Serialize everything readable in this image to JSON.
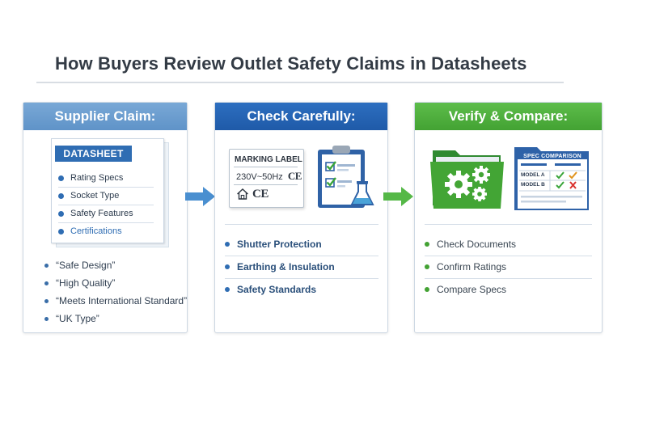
{
  "title": "How Buyers Review Outlet Safety Claims in Datasheets",
  "panels": {
    "supplier": {
      "heading": "Supplier Claim:",
      "datasheet_title": "DATASHEET",
      "datasheet_items": [
        "Rating Specs",
        "Socket Type",
        "Safety Features",
        "Certifications"
      ],
      "claims": [
        "“Safe Design”",
        "“High Quality”",
        "“Meets International Standard”",
        "“UK Type”"
      ]
    },
    "check": {
      "heading": "Check Carefully:",
      "marking_label_title": "MARKING LABEL",
      "marking_voltage": "230V~50Hz",
      "ce_mark": "CE",
      "items": [
        "Shutter Protection",
        "Earthing & Insulation",
        "Safety Standards"
      ]
    },
    "verify": {
      "heading": "Verify & Compare:",
      "spec_comparison_title": "SPEC  COMPARISON",
      "models": [
        "MODEL A",
        "MODEL B"
      ],
      "items": [
        "Check Documents",
        "Confirm Ratings",
        "Compare Specs"
      ]
    }
  },
  "icons": {
    "arrow_1": "right-arrow-icon",
    "arrow_2": "right-arrow-icon",
    "clipboard": "clipboard-checklist-icon",
    "folder": "gear-folder-icon",
    "spec_sheet": "spec-comparison-icon"
  },
  "colors": {
    "supplier_header": "#6a9dcf",
    "check_header": "#2563b3",
    "verify_header": "#4eae3d",
    "blue_arrow": "#4a8fd0",
    "green_arrow": "#55b847",
    "check_mark": "#3aa53a",
    "cross_mark": "#d9322e"
  }
}
